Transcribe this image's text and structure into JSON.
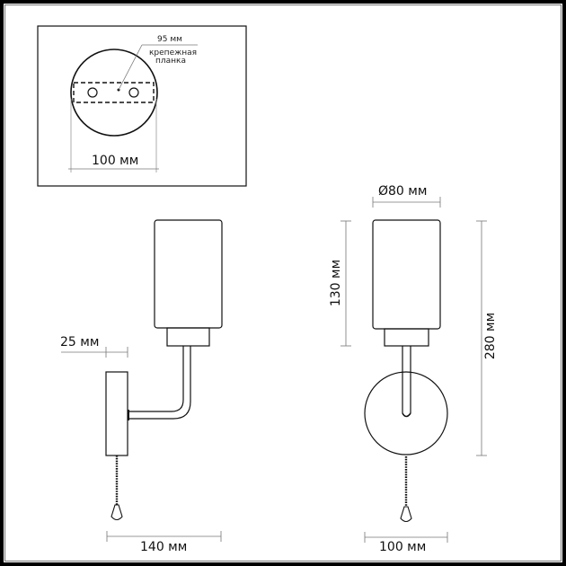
{
  "drawing": {
    "inset": {
      "plate_width_label": "100 мм",
      "bracket_length_label": "95 мм",
      "bracket_label_line1": "крепежная",
      "bracket_label_line2": "планка"
    },
    "side_view": {
      "wall_offset_label": "25 мм",
      "depth_label": "140 мм"
    },
    "front_view": {
      "shade_diameter_label": "Ø80 мм",
      "shade_height_label": "130 мм",
      "total_height_label": "280 мм",
      "plate_width_label": "100 мм"
    },
    "colors": {
      "line": "#111111",
      "dimension_line": "#777777",
      "frame": "#000000"
    }
  }
}
